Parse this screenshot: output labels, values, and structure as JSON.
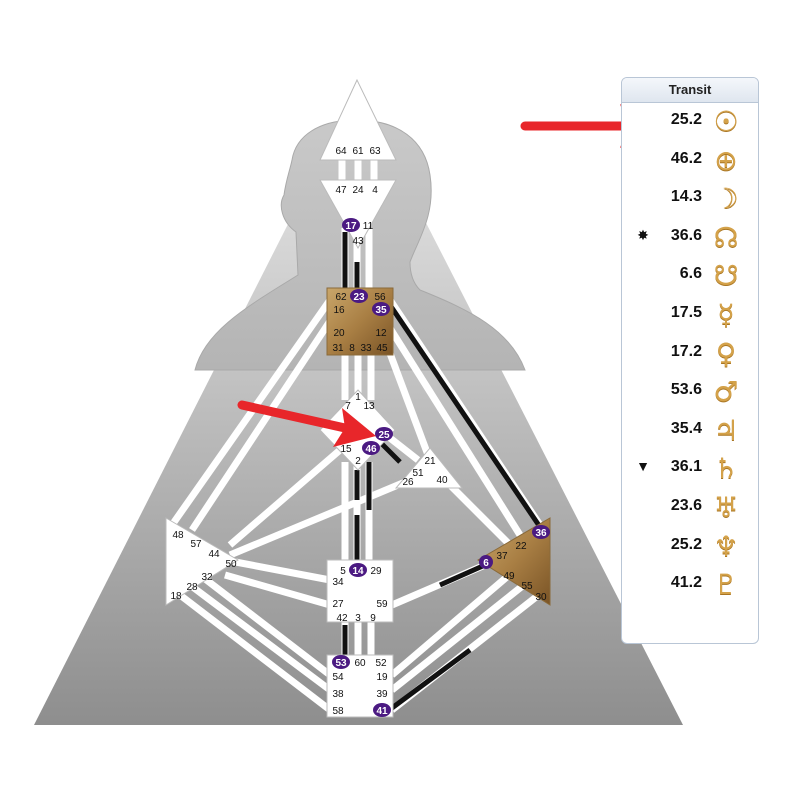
{
  "transit": {
    "title": "Transit",
    "rows": [
      {
        "mark": "",
        "value": "25.2",
        "planet": "sun-icon",
        "glyph": "☉"
      },
      {
        "mark": "",
        "value": "46.2",
        "planet": "earth-icon",
        "glyph": "⊕"
      },
      {
        "mark": "",
        "value": "14.3",
        "planet": "moon-icon",
        "glyph": "☽"
      },
      {
        "mark": "✸",
        "value": "36.6",
        "planet": "north-node-icon",
        "glyph": "☊"
      },
      {
        "mark": "",
        "value": "6.6",
        "planet": "south-node-icon",
        "glyph": "☋"
      },
      {
        "mark": "",
        "value": "17.5",
        "planet": "mercury-icon",
        "glyph": "☿"
      },
      {
        "mark": "",
        "value": "17.2",
        "planet": "venus-icon",
        "glyph": "♀"
      },
      {
        "mark": "",
        "value": "53.6",
        "planet": "mars-icon",
        "glyph": "♂"
      },
      {
        "mark": "",
        "value": "35.4",
        "planet": "jupiter-icon",
        "glyph": "♃"
      },
      {
        "mark": "▼",
        "value": "36.1",
        "planet": "saturn-icon",
        "glyph": "♄"
      },
      {
        "mark": "",
        "value": "23.6",
        "planet": "uranus-icon",
        "glyph": "♅"
      },
      {
        "mark": "",
        "value": "25.2",
        "planet": "neptune-icon",
        "glyph": "♆"
      },
      {
        "mark": "",
        "value": "41.2",
        "planet": "pluto-icon",
        "glyph": "♇"
      }
    ]
  },
  "bodygraph": {
    "gates": {
      "head": [
        "64",
        "61",
        "63"
      ],
      "ajna": [
        "47",
        "24",
        "4",
        "17",
        "11",
        "43"
      ],
      "throat": [
        "62",
        "23",
        "56",
        "16",
        "35",
        "20",
        "12",
        "31",
        "8",
        "33",
        "45"
      ],
      "g": [
        "1",
        "7",
        "13",
        "25",
        "15",
        "46",
        "2"
      ],
      "ego": [
        "21",
        "51",
        "26",
        "40"
      ],
      "spleen": [
        "48",
        "57",
        "44",
        "50",
        "32",
        "28",
        "18"
      ],
      "sacral": [
        "5",
        "14",
        "29",
        "34",
        "27",
        "59",
        "42",
        "3",
        "9"
      ],
      "solar_plexus": [
        "36",
        "22",
        "6",
        "37",
        "49",
        "55",
        "30"
      ],
      "root": [
        "53",
        "60",
        "52",
        "54",
        "19",
        "38",
        "39",
        "58",
        "41"
      ]
    },
    "active_gates": [
      "17",
      "23",
      "35",
      "25",
      "46",
      "14",
      "36",
      "6",
      "53",
      "41"
    ]
  },
  "colors": {
    "defined_center": "#b38b4e",
    "active_gate": "#4b1a82",
    "arrow": "#e8262a"
  }
}
